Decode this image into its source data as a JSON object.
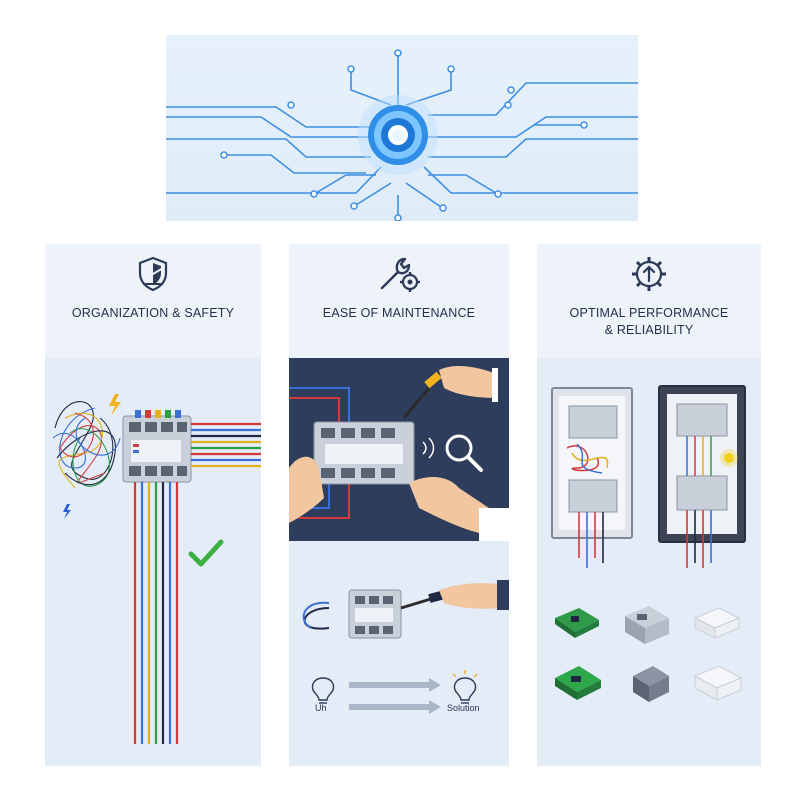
{
  "colors": {
    "banner_bg": "#e3eefa",
    "circuit_line": "#3d8fe0",
    "panel_bg": "#e3ecf7",
    "title_text": "#23314a",
    "check_green": "#3cb043",
    "dark_panel": "#2e3d5c"
  },
  "panels": [
    {
      "icon": "shield-icon",
      "title": "ORGANIZATION & SAFETY"
    },
    {
      "icon": "wrench-gear-icon",
      "title": "EASE OF MAINTENANCE",
      "flow_left_label": "Uh",
      "flow_right_label": "Solution"
    },
    {
      "icon": "gear-arrow-icon",
      "title_line1": "OPTIMAL PERFORMANCE",
      "title_line2": "& RELIABILITY"
    }
  ]
}
